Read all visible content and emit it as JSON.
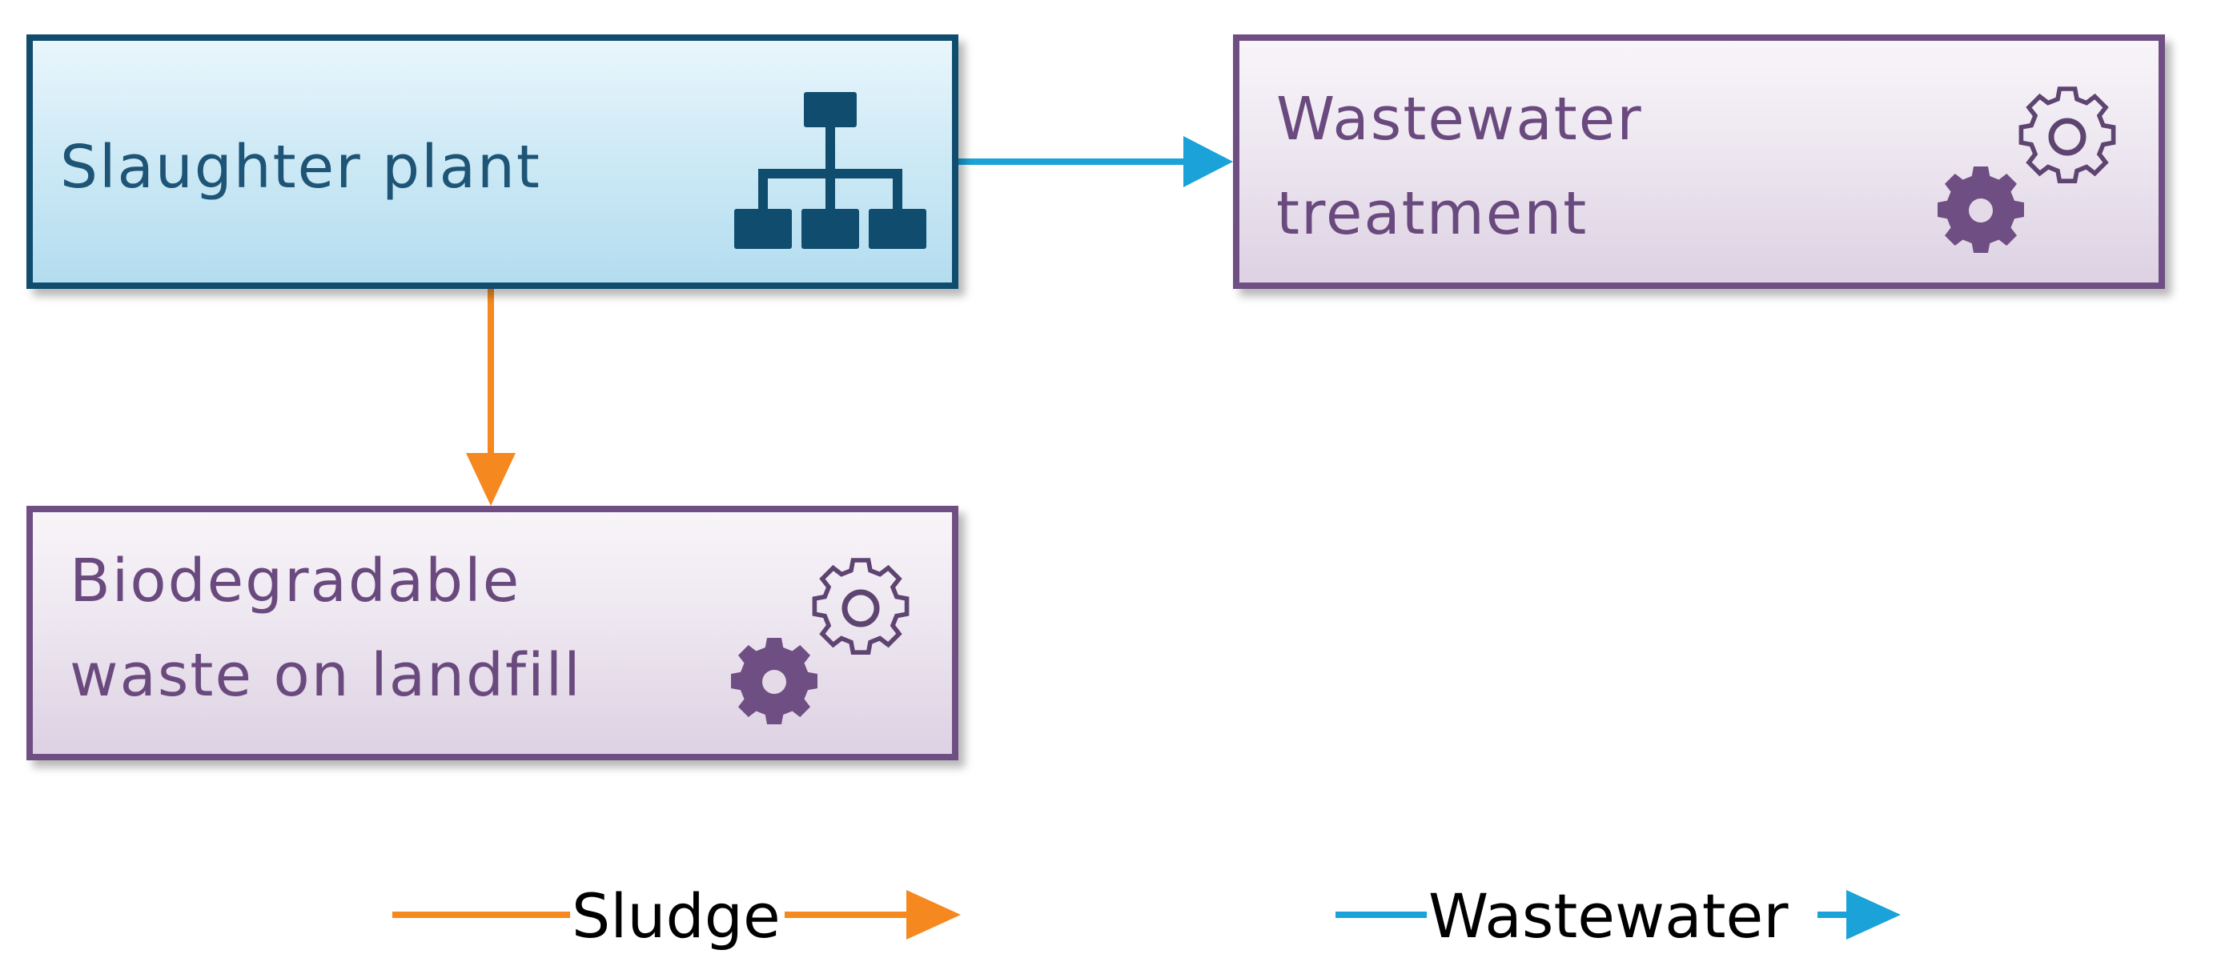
{
  "nodes": {
    "slaughter_plant": {
      "label": "Slaughter plant",
      "icon": "hierarchy-icon"
    },
    "wastewater_treatment": {
      "label": "Wastewater\ntreatment",
      "icon": "gears-icon"
    },
    "biodegradable_waste": {
      "label": "Biodegradable\nwaste on landfill",
      "icon": "gears-icon"
    }
  },
  "edges": [
    {
      "from": "slaughter_plant",
      "to": "wastewater_treatment",
      "kind": "wastewater"
    },
    {
      "from": "slaughter_plant",
      "to": "biodegradable_waste",
      "kind": "sludge"
    }
  ],
  "legend": {
    "sludge": {
      "label": "Sludge",
      "color": "#f5881f"
    },
    "wastewater": {
      "label": "Wastewater",
      "color": "#1aa2d9"
    }
  },
  "colors": {
    "plant_border": "#0f4c6e",
    "plant_text": "#1e5475",
    "process_border": "#6f4f83",
    "process_text": "#6a4a7e"
  }
}
